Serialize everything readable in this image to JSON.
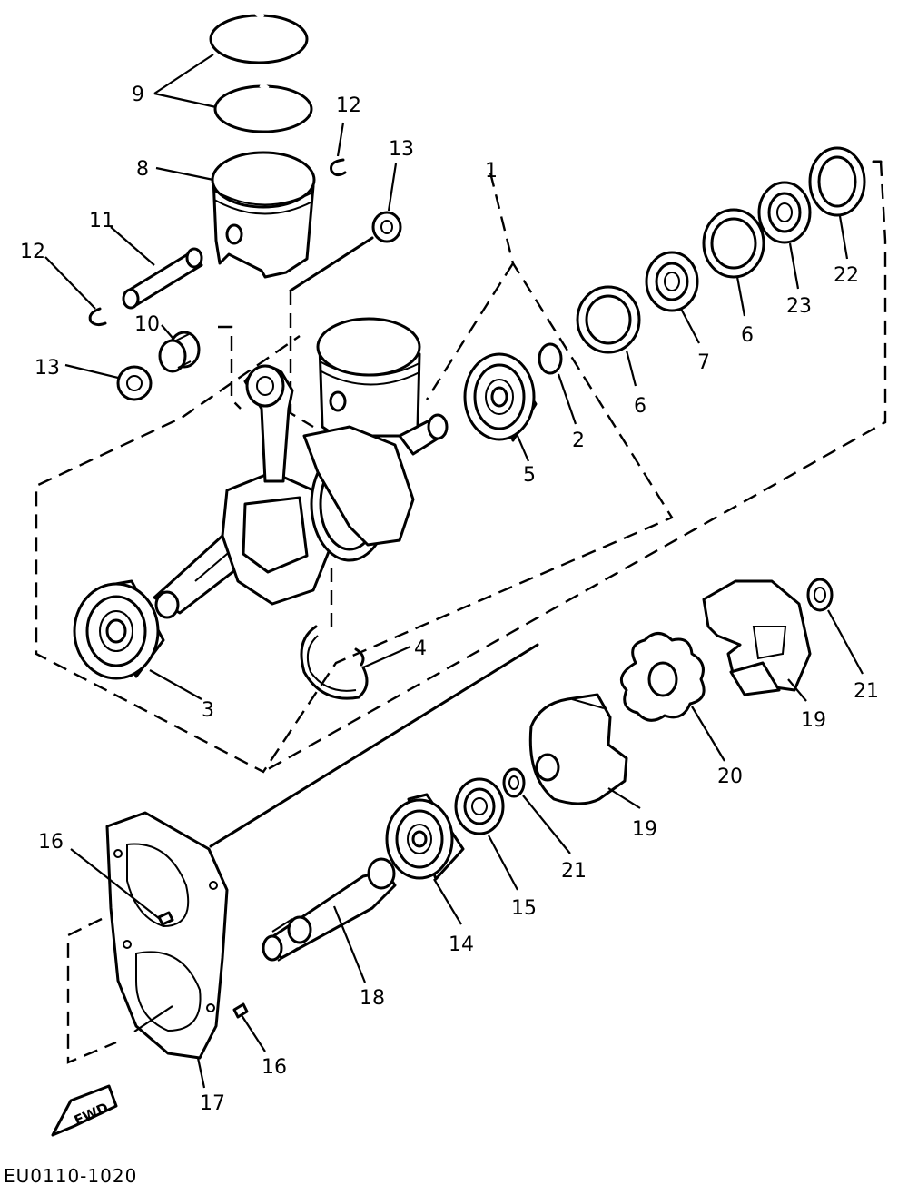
{
  "callouts": [
    {
      "id": "c9",
      "label": "9"
    },
    {
      "id": "c12a",
      "label": "12"
    },
    {
      "id": "c8",
      "label": "8"
    },
    {
      "id": "c13a",
      "label": "13"
    },
    {
      "id": "c1",
      "label": "1"
    },
    {
      "id": "c11",
      "label": "11"
    },
    {
      "id": "c12b",
      "label": "12"
    },
    {
      "id": "c10",
      "label": "10"
    },
    {
      "id": "c13b",
      "label": "13"
    },
    {
      "id": "c22",
      "label": "22"
    },
    {
      "id": "c23",
      "label": "23"
    },
    {
      "id": "c6a",
      "label": "6"
    },
    {
      "id": "c7",
      "label": "7"
    },
    {
      "id": "c6b",
      "label": "6"
    },
    {
      "id": "c2",
      "label": "2"
    },
    {
      "id": "c5",
      "label": "5"
    },
    {
      "id": "c4",
      "label": "4"
    },
    {
      "id": "c3",
      "label": "3"
    },
    {
      "id": "c21a",
      "label": "21"
    },
    {
      "id": "c19a",
      "label": "19"
    },
    {
      "id": "c20",
      "label": "20"
    },
    {
      "id": "c19b",
      "label": "19"
    },
    {
      "id": "c21b",
      "label": "21"
    },
    {
      "id": "c15",
      "label": "15"
    },
    {
      "id": "c14",
      "label": "14"
    },
    {
      "id": "c16a",
      "label": "16"
    },
    {
      "id": "c18",
      "label": "18"
    },
    {
      "id": "c16b",
      "label": "16"
    },
    {
      "id": "c17",
      "label": "17"
    }
  ],
  "direction_badge": "FWD",
  "diagram_code": "EU0110-1020"
}
